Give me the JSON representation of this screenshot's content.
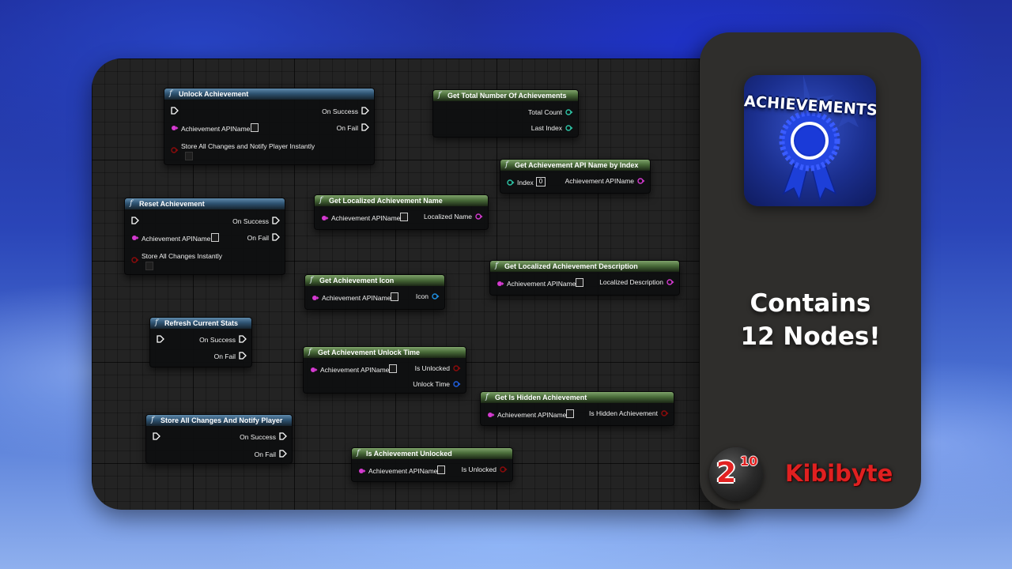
{
  "nodes": {
    "unlock_achievement": {
      "title": "Unlock Achievement",
      "on_success": "On Success",
      "on_fail": "On Fail",
      "api_name": "Achievement APIName",
      "store": "Store All Changes and Notify Player Instantly"
    },
    "get_total": {
      "title": "Get Total Number Of Achievements",
      "total_count": "Total Count",
      "last_index": "Last Index"
    },
    "get_api_name_by_index": {
      "title": "Get Achievement API Name by Index",
      "index": "Index",
      "index_value": "0",
      "api_name_out": "Achievement APIName"
    },
    "reset_achievement": {
      "title": "Reset Achievement",
      "on_success": "On Success",
      "on_fail": "On Fail",
      "api_name": "Achievement APIName",
      "store": "Store All Changes Instantly"
    },
    "get_localized_name": {
      "title": "Get Localized Achievement Name",
      "api_name": "Achievement APIName",
      "localized_name": "Localized Name"
    },
    "get_localized_description": {
      "title": "Get Localized Achievement Description",
      "api_name": "Achievement APIName",
      "localized_description": "Localized Description"
    },
    "get_icon": {
      "title": "Get Achievement Icon",
      "api_name": "Achievement APIName",
      "icon": "Icon"
    },
    "refresh_stats": {
      "title": "Refresh Current Stats",
      "on_success": "On Success",
      "on_fail": "On Fail"
    },
    "get_unlock_time": {
      "title": "Get Achievement Unlock Time",
      "api_name": "Achievement APIName",
      "is_unlocked": "Is Unlocked",
      "unlock_time": "Unlock Time"
    },
    "get_is_hidden": {
      "title": "Get Is Hidden Achievement",
      "api_name": "Achievement APIName",
      "is_hidden": "Is Hidden Achievement"
    },
    "store_all_changes": {
      "title": "Store All Changes And Notify Player",
      "on_success": "On Success",
      "on_fail": "On Fail"
    },
    "is_unlocked": {
      "title": "Is Achievement Unlocked",
      "api_name": "Achievement APIName",
      "is_unlocked": "Is Unlocked"
    }
  },
  "function_glyph": "f",
  "pin_colors": {
    "exec": "#ffffff",
    "name": "#d43ad0",
    "bool": "#8c0b0b",
    "int": "#2ec4a6",
    "object": "#1f8fe0",
    "datetime": "#1f5fe0"
  },
  "side_panel": {
    "logo_text": "ACHIEVEMENTS",
    "contains_line1": "Contains",
    "contains_line2": "12 Nodes!",
    "brand_base": "2",
    "brand_exponent": "10",
    "brand_name": "Kibibyte"
  }
}
